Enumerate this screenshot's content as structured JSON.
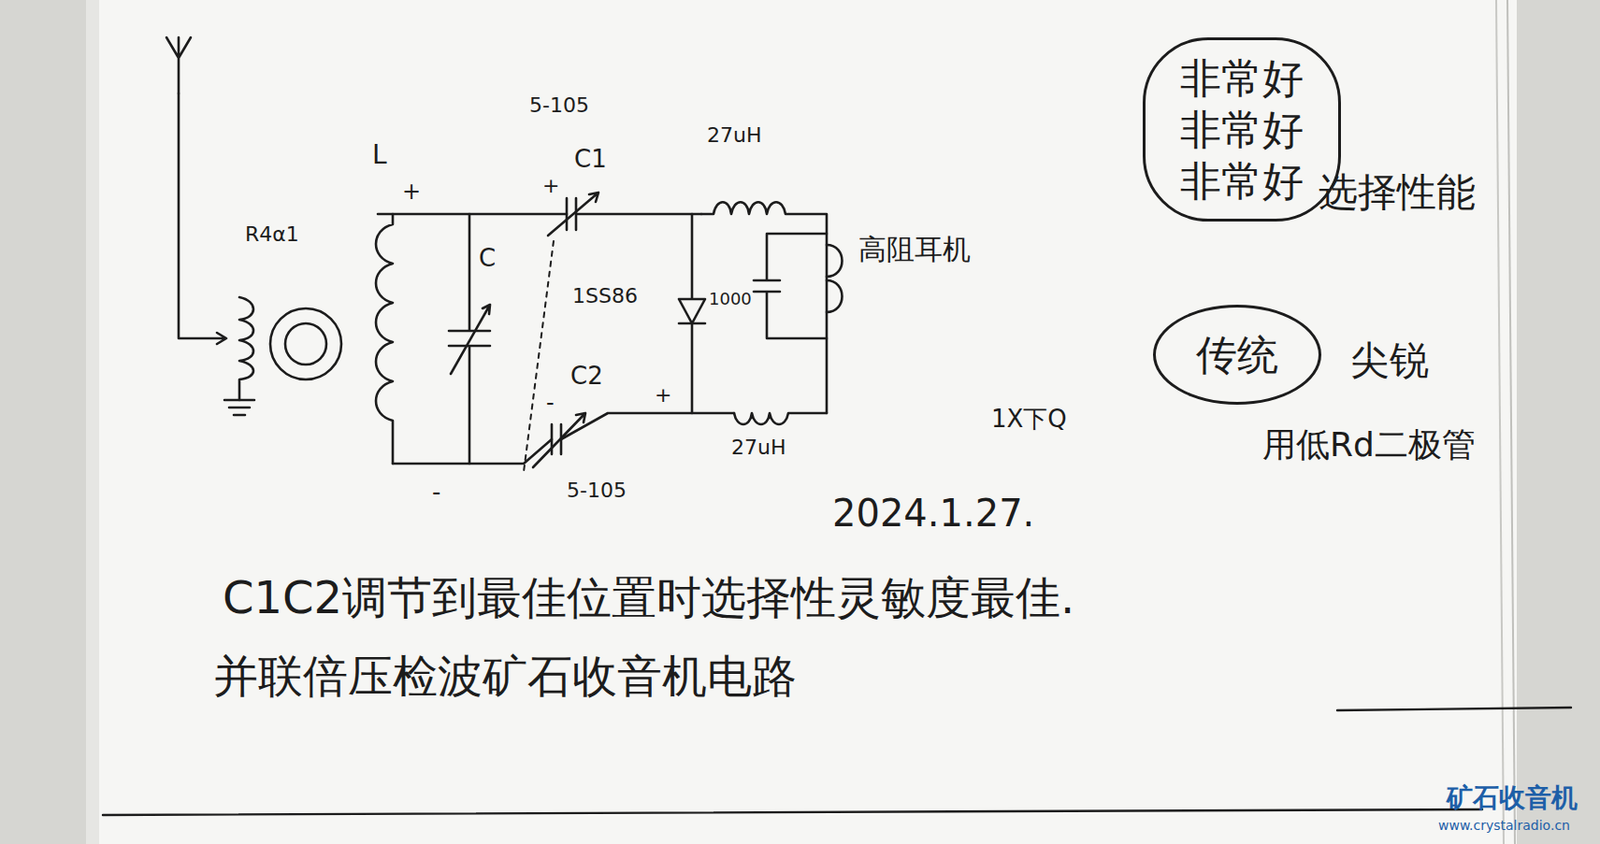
{
  "diagram": {
    "nodes": [
      {
        "text": [
          "非常好",
          "非常好",
          "非常好"
        ]
      },
      {
        "text": [
          "传统"
        ]
      }
    ],
    "edges": [],
    "labels": [
      "L",
      "R4α1",
      "+",
      "-",
      "C",
      "5-105",
      "C1",
      "+",
      "27uH",
      "1SS86",
      "1000",
      "高阻耳机",
      "C2",
      "-",
      "+",
      "27uH",
      "5-105",
      "1X下Q",
      "2024.1.27.",
      "选择性能",
      "尖锐",
      "用低Rd二极管",
      "C1C2调节到最佳位置时选择性灵敏度最佳.",
      "并联倍压检波矿石收音机电路",
      "矿石收音机",
      "www.crystalradio.cn"
    ]
  }
}
